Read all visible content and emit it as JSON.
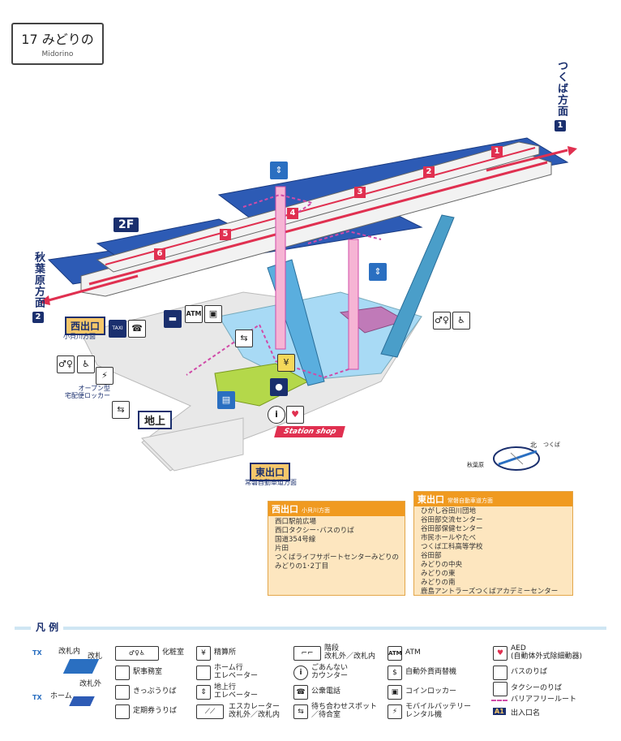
{
  "station": {
    "number_name": "17 みどりの",
    "romaji": "Midorino"
  },
  "directions": {
    "tsukuba": "つくば方面",
    "tsukuba_num": "1",
    "akihabara": "秋葉原方面",
    "akihabara_num": "2"
  },
  "floor_labels": {
    "upper": "2F",
    "ground": "地上"
  },
  "car_numbers": [
    "1",
    "2",
    "3",
    "4",
    "5",
    "6"
  ],
  "exits": {
    "west": {
      "label": "西出口",
      "sub": "小貝川方面"
    },
    "east": {
      "label": "東出口",
      "sub": "常磐自動車道方面"
    }
  },
  "map_labels": {
    "locker": "オープン型\n宅配便ロッカー",
    "shop": "Station shop",
    "compass_north": "北",
    "compass_tsukuba": "つくば",
    "compass_akihabara": "秋葉原"
  },
  "west_panel": {
    "title": "西出口",
    "subtitle": "小貝川方面",
    "items": [
      "西口駅前広場",
      "西口タクシー･バスのりば",
      "国道354号線",
      "片田",
      "つくばライフサポートセンターみどりの",
      "みどりの1･2丁目"
    ]
  },
  "east_panel": {
    "title": "東出口",
    "subtitle": "常磐自動車道方面",
    "items": [
      "ひがし谷田川団地",
      "谷田部交流センター",
      "谷田部保健センター",
      "市民ホールやたべ",
      "つくば工科高等学校",
      "谷田部",
      "みどりの中央",
      "みどりの東",
      "みどりの南",
      "鹿島アントラーズつくばアカデミーセンター"
    ]
  },
  "legend": {
    "title": "凡 例",
    "gate_inside": "改札内",
    "gate": "改札",
    "gate_outside": "改札外",
    "home": "ホーム",
    "items": [
      {
        "icon": "restroom-icon",
        "text": "化粧室"
      },
      {
        "icon": "station-office-icon",
        "text": "駅事務室"
      },
      {
        "icon": "ticket-icon",
        "text": "きっぷうりば"
      },
      {
        "icon": "commuter-pass-icon",
        "text": "定期券うりば"
      },
      {
        "icon": "fare-adjust-icon",
        "text": "精算所"
      },
      {
        "icon": "platform-elevator-icon",
        "text": "ホーム行\nエレベーター"
      },
      {
        "icon": "ground-elevator-icon",
        "text": "地上行\nエレベーター"
      },
      {
        "icon": "escalator-icon",
        "text": "エスカレーター\n改札外／改札内"
      },
      {
        "icon": "stairs-icon",
        "text": "階段\n改札外／改札内"
      },
      {
        "icon": "info-icon",
        "text": "ごあんない\nカウンター"
      },
      {
        "icon": "phone-icon",
        "text": "公衆電話"
      },
      {
        "icon": "waiting-icon",
        "text": "待ち合わせスポット\n／待合室"
      },
      {
        "icon": "atm-icon",
        "text": "ATM"
      },
      {
        "icon": "exchange-icon",
        "text": "自動外貨両替機"
      },
      {
        "icon": "locker-icon",
        "text": "コインロッカー"
      },
      {
        "icon": "battery-icon",
        "text": "モバイルバッテリー\nレンタル機"
      },
      {
        "icon": "aed-icon",
        "text": "AED\n(自動体外式除細動器)"
      },
      {
        "icon": "bus-icon",
        "text": "バスのりば"
      },
      {
        "icon": "taxi-icon",
        "text": "タクシーのりば"
      },
      {
        "icon": "barrier-free-icon",
        "text": "バリアフリールート"
      },
      {
        "icon": "exit-number-icon",
        "text": "出入口名"
      }
    ]
  },
  "icon_glyphs": {
    "atm": "ATM",
    "taxi": "TAXI",
    "info": "i",
    "phone": "☎",
    "wheelchair": "♿",
    "exit_a1": "A1",
    "tx": "TX"
  },
  "colors": {
    "platform": "#2d5bb5",
    "accent_red": "#e03050",
    "barrier_free": "#d04ba8",
    "exit_bg": "#f6c76a",
    "panel_orange": "#f09a20"
  }
}
